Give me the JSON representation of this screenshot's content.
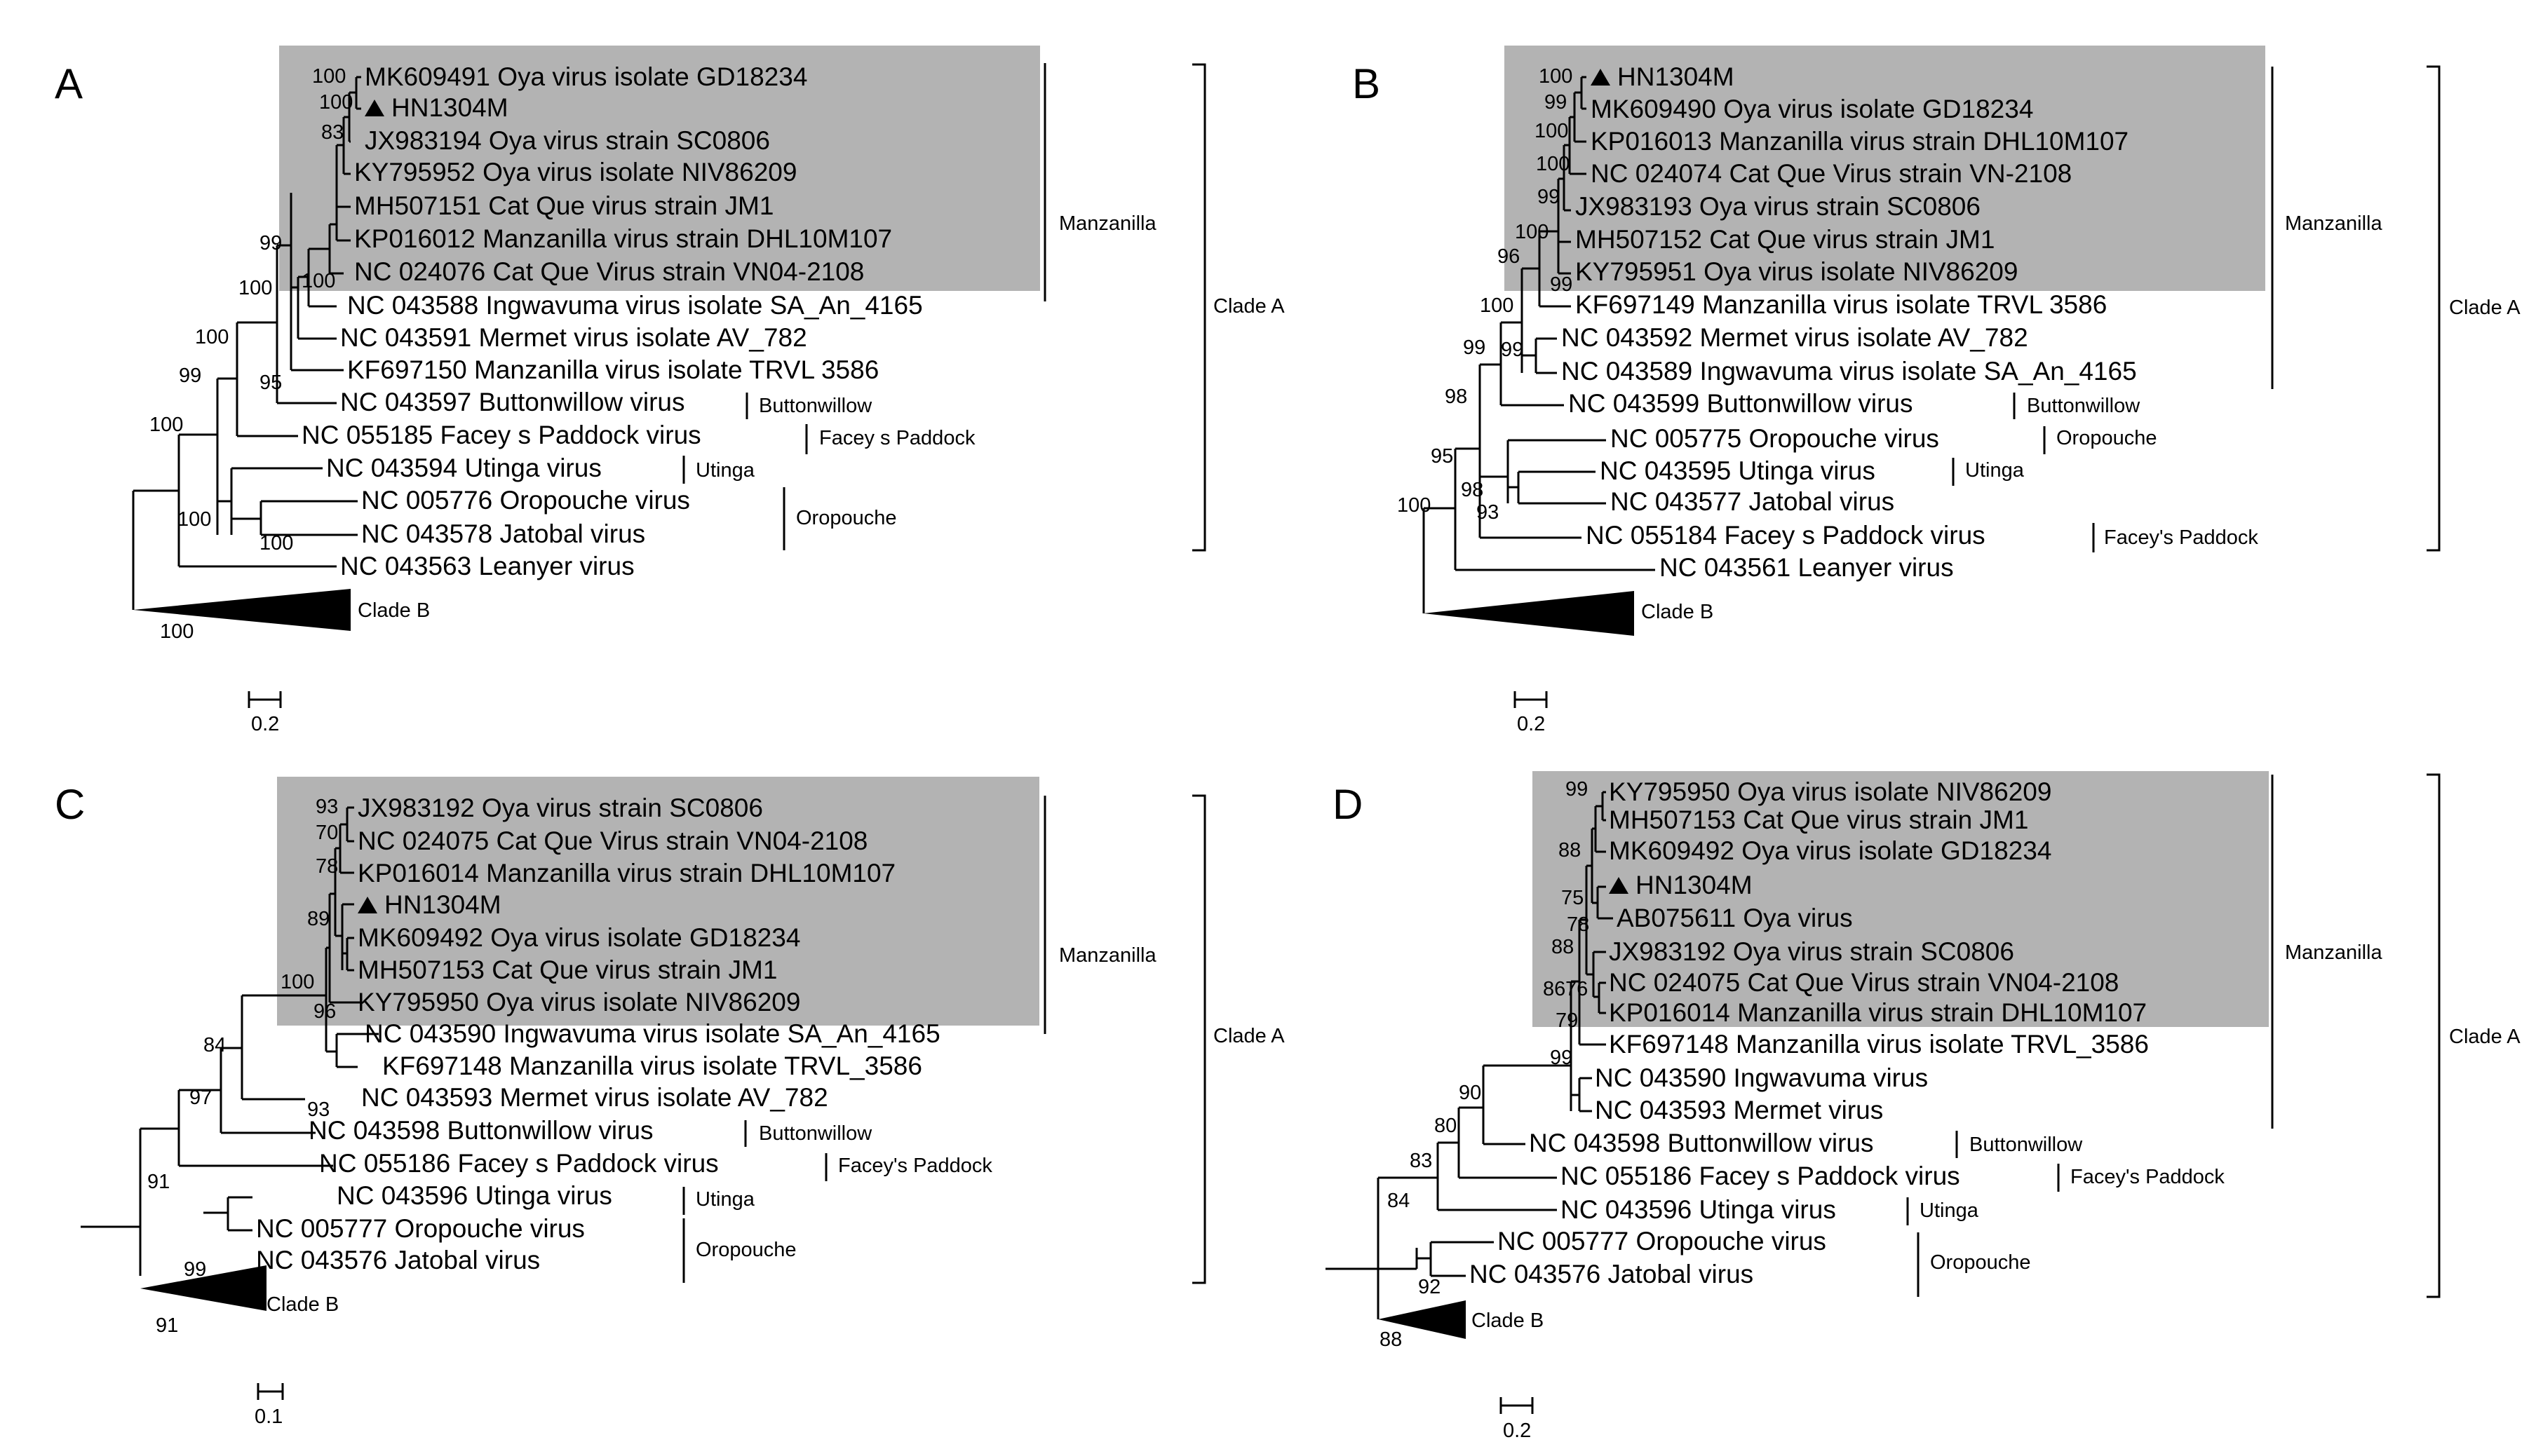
{
  "colors": {
    "highlight": "#b3b3b3",
    "line": "#000000"
  },
  "panels": [
    {
      "letter": "A",
      "taxa": [
        "MK609491 Oya virus isolate GD18234",
        "HN1304M",
        "JX983194 Oya virus strain SC0806",
        "KY795952 Oya virus isolate NIV86209",
        "MH507151 Cat Que virus strain JM1",
        "KP016012 Manzanilla virus strain DHL10M107",
        "NC 024076 Cat Que Virus strain VN04-2108",
        "NC 043588 Ingwavuma virus isolate SA_An_4165",
        "NC 043591 Mermet virus isolate AV_782",
        "KF697150 Manzanilla virus isolate TRVL 3586",
        "NC 043597 Buttonwillow virus",
        "NC 055185 Facey s Paddock virus",
        "NC 043594 Utinga virus",
        "NC 005776 Oropouche virus",
        "NC 043578 Jatobal virus",
        "NC 043563 Leanyer virus"
      ],
      "bootstrap": [
        "100",
        "100",
        "83",
        "99",
        "100",
        "100",
        "100",
        "99",
        "95",
        "100",
        "100",
        "100",
        "100"
      ],
      "groups": [
        "Manzanilla",
        "Buttonwillow",
        "Facey s Paddock",
        "Utinga",
        "Oropouche"
      ],
      "clade_a": "Clade A",
      "clade_b": "Clade B",
      "scale": "0.2"
    },
    {
      "letter": "B",
      "taxa": [
        "HN1304M",
        "MK609490 Oya virus isolate GD18234",
        "KP016013 Manzanilla virus strain DHL10M107",
        "NC 024074 Cat Que Virus strain VN-2108",
        "JX983193 Oya virus strain SC0806",
        "MH507152 Cat Que virus strain JM1",
        "KY795951 Oya virus isolate NIV86209",
        "KF697149 Manzanilla virus isolate TRVL 3586",
        "NC 043592 Mermet virus isolate AV_782",
        "NC 043589 Ingwavuma virus isolate SA_An_4165",
        "NC 043599 Buttonwillow virus",
        "NC 005775 Oropouche virus",
        "NC 043595 Utinga virus",
        "NC 043577 Jatobal virus",
        "NC 055184 Facey s Paddock virus",
        "NC 043561 Leanyer virus"
      ],
      "bootstrap": [
        "100",
        "99",
        "100",
        "100",
        "99",
        "100",
        "96",
        "99",
        "100",
        "99",
        "99",
        "98",
        "95",
        "98",
        "93",
        "100"
      ],
      "groups": [
        "Manzanilla",
        "Buttonwillow",
        "Oropouche",
        "Utinga",
        "Facey's Paddock"
      ],
      "clade_a": "Clade A",
      "clade_b": "Clade B",
      "scale": "0.2"
    },
    {
      "letter": "C",
      "taxa": [
        "JX983192 Oya virus strain SC0806",
        "NC 024075 Cat Que Virus strain VN04-2108",
        "KP016014 Manzanilla virus strain DHL10M107",
        "HN1304M",
        "MK609492 Oya virus isolate GD18234",
        "MH507153 Cat Que virus strain JM1",
        "KY795950 Oya virus isolate NIV86209",
        "NC 043590 Ingwavuma virus isolate SA_An_4165",
        "KF697148 Manzanilla virus isolate TRVL_3586",
        "NC 043593 Mermet virus isolate AV_782",
        "NC 043598 Buttonwillow virus",
        "NC 055186 Facey s Paddock virus",
        "NC 043596 Utinga virus",
        "NC 005777 Oropouche virus",
        "NC 043576 Jatobal virus"
      ],
      "bootstrap": [
        "93",
        "70",
        "78",
        "89",
        "100",
        "96",
        "84",
        "97",
        "93",
        "91",
        "99",
        "91"
      ],
      "groups": [
        "Manzanilla",
        "Buttonwillow",
        "Facey's Paddock",
        "Utinga",
        "Oropouche"
      ],
      "clade_a": "Clade A",
      "clade_b": "Clade B",
      "scale": "0.1"
    },
    {
      "letter": "D",
      "taxa": [
        "KY795950 Oya virus isolate NIV86209",
        "MH507153 Cat Que virus strain JM1",
        "MK609492 Oya virus isolate GD18234",
        "HN1304M",
        "AB075611 Oya virus",
        "JX983192 Oya virus strain SC0806",
        "NC 024075 Cat Que Virus strain VN04-2108",
        "KP016014 Manzanilla virus strain DHL10M107",
        "KF697148 Manzanilla virus isolate TRVL_3586",
        "NC 043590 Ingwavuma virus",
        "NC 043593 Mermet virus",
        "NC 043598 Buttonwillow virus",
        "NC 055186 Facey s Paddock virus",
        "NC 043596 Utinga virus",
        "NC 005777 Oropouche virus",
        "NC 043576 Jatobal virus"
      ],
      "bootstrap": [
        "99",
        "88",
        "75",
        "78",
        "88",
        "86",
        "76",
        "79",
        "99",
        "90",
        "80",
        "83",
        "84",
        "92",
        "88"
      ],
      "groups": [
        "Manzanilla",
        "Buttonwillow",
        "Facey's Paddock",
        "Utinga",
        "Oropouche"
      ],
      "clade_a": "Clade A",
      "clade_b": "Clade B",
      "scale": "0.2"
    }
  ]
}
